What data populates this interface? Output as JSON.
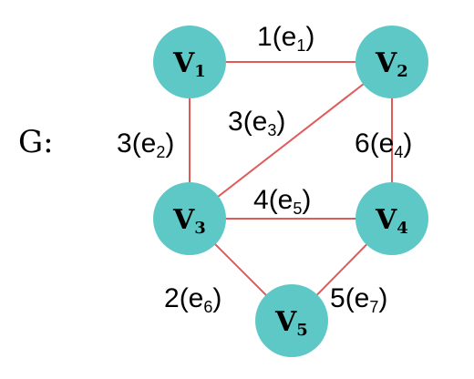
{
  "graph": {
    "name": "G:",
    "colors": {
      "node_fill": "#5ec8c6",
      "edge_stroke": "#e05a5a",
      "text": "#000000"
    },
    "nodes": [
      {
        "id": "v1",
        "letter": "V",
        "sub": "1"
      },
      {
        "id": "v2",
        "letter": "V",
        "sub": "2"
      },
      {
        "id": "v3",
        "letter": "V",
        "sub": "3"
      },
      {
        "id": "v4",
        "letter": "V",
        "sub": "4"
      },
      {
        "id": "v5",
        "letter": "V",
        "sub": "5"
      }
    ],
    "edges": [
      {
        "id": "e1",
        "from": "v1",
        "to": "v2",
        "weight": "1",
        "open": "(e",
        "sub": "1",
        "close": ")"
      },
      {
        "id": "e2",
        "from": "v1",
        "to": "v3",
        "weight": "3",
        "open": "(e",
        "sub": "2",
        "close": ")"
      },
      {
        "id": "e3",
        "from": "v3",
        "to": "v2",
        "weight": "3",
        "open": "(e",
        "sub": "3",
        "close": ")"
      },
      {
        "id": "e4",
        "from": "v2",
        "to": "v4",
        "weight": "6",
        "open": "(e",
        "sub": "4",
        "close": ")"
      },
      {
        "id": "e5",
        "from": "v3",
        "to": "v4",
        "weight": "4",
        "open": "(e",
        "sub": "5",
        "close": ")"
      },
      {
        "id": "e6",
        "from": "v3",
        "to": "v5",
        "weight": "2",
        "open": "(e",
        "sub": "6",
        "close": ")"
      },
      {
        "id": "e7",
        "from": "v4",
        "to": "v5",
        "weight": "5",
        "open": "(e",
        "sub": "7",
        "close": ")"
      }
    ]
  }
}
